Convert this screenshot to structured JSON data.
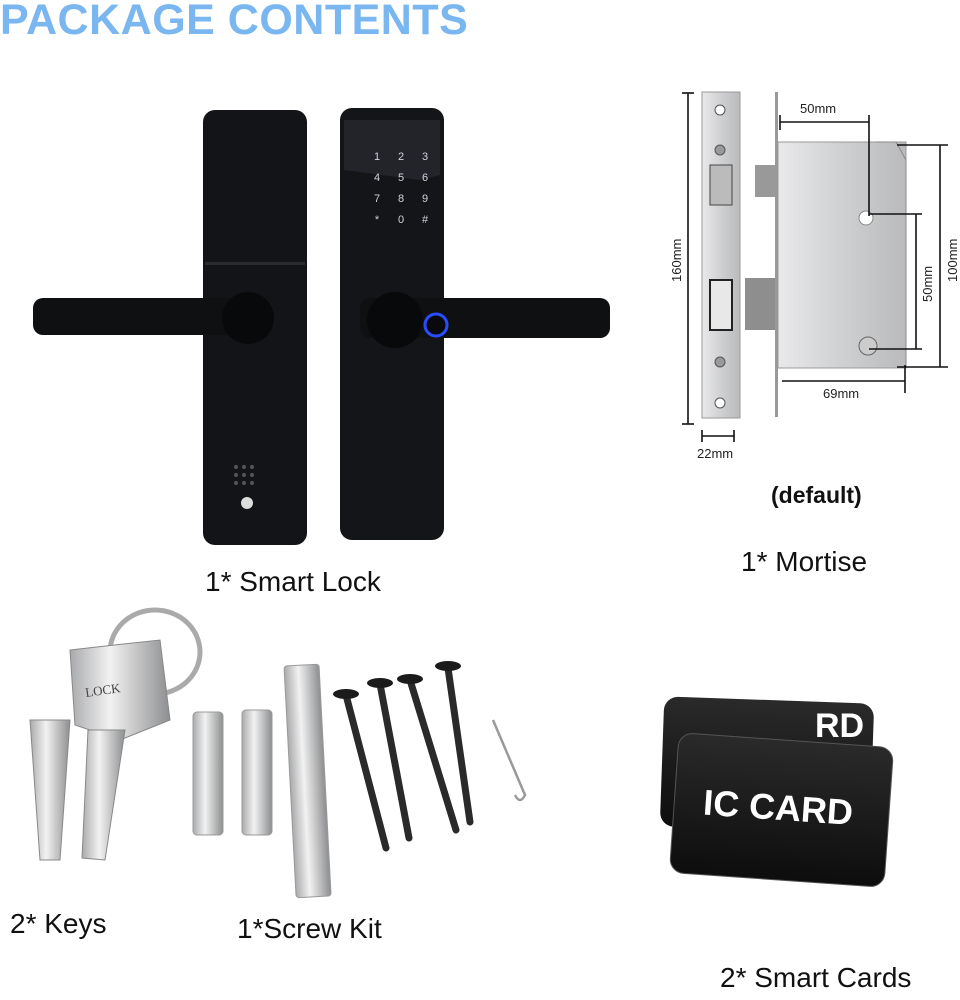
{
  "title": "PACKAGE CONTENTS",
  "colors": {
    "title": "#7ab6f0",
    "lock_body": "#121316",
    "fingerprint_ring": "#2a4cff",
    "steel": "#d4d4d6"
  },
  "smart_lock": {
    "caption": "1* Smart Lock",
    "keypad": [
      "1",
      "2",
      "3",
      "4",
      "5",
      "6",
      "7",
      "8",
      "9",
      "*",
      "0",
      "#"
    ]
  },
  "mortise": {
    "dimensions": {
      "height": "160mm",
      "width_top": "50mm",
      "height_right": "100mm",
      "center": "50mm",
      "bottom": "69mm",
      "faceplate": "22mm"
    },
    "note": "(default)",
    "caption": "1* Mortise"
  },
  "keys": {
    "caption": "2* Keys",
    "engraving": "LOCK"
  },
  "screw_kit": {
    "caption": "1*Screw Kit"
  },
  "cards": {
    "caption": "2* Smart Cards",
    "label": "IC CARD",
    "back_label_partial": "RD"
  }
}
